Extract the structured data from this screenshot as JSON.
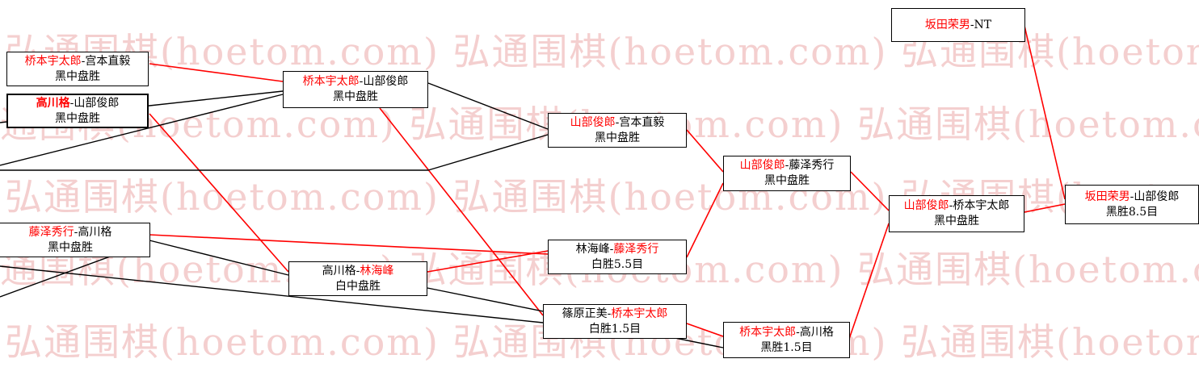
{
  "watermark": {
    "text": "弘通围棋(hoetom.com)"
  },
  "colors": {
    "winner_red": "#ff0000",
    "line_black": "#000000",
    "watermark_pink": "#f4cfcf"
  },
  "matches": [
    {
      "seg1": "桥本宇太郎",
      "seg2": "-宫本直毅",
      "result": "黑中盘胜"
    },
    {
      "seg1": "高川格",
      "seg2": "-山部俊郎",
      "result": "黑中盘胜"
    },
    {
      "seg1": "藤泽秀行",
      "seg2": "-高川格",
      "result": "黑中盘胜"
    },
    {
      "seg1": "桥本宇太郎",
      "seg2": "-山部俊郎",
      "result": "黑中盘胜"
    },
    {
      "seg1": "高川格-",
      "seg2": "林海峰",
      "result": "白中盘胜"
    },
    {
      "seg1": "山部俊郎",
      "seg2": "-宫本直毅",
      "result": "黑中盘胜"
    },
    {
      "seg1": "林海峰-",
      "seg2": "藤泽秀行",
      "result": "白胜5.5目"
    },
    {
      "seg1": "篠原正美-",
      "seg2": "桥本宇太郎",
      "result": "白胜1.5目"
    },
    {
      "seg1": "山部俊郎",
      "seg2": "-藤泽秀行",
      "result": "黑中盘胜"
    },
    {
      "seg1": "桥本宇太郎",
      "seg2": "-高川格",
      "result": "黑胜1.5目"
    },
    {
      "seg1": "山部俊郎",
      "seg2": "-桥本宇太郎",
      "result": "黑中盘胜"
    },
    {
      "seg1": "坂田荣男",
      "seg2": "-NT",
      "result": ""
    },
    {
      "seg1": "坂田荣男",
      "seg2": "-山部俊郎",
      "result": "黑胜8.5目"
    }
  ]
}
